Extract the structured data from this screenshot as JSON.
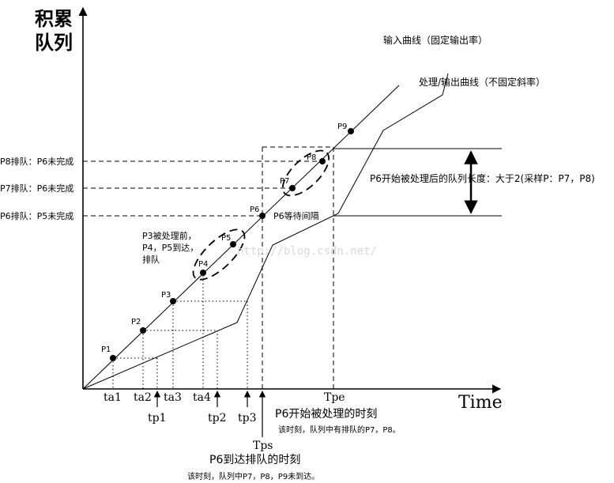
{
  "y_axis_title_line1": "积累",
  "y_axis_title_line2": "队列",
  "x_axis_title": "Time",
  "input_curve_label": "输入曲线（固定输出率）",
  "output_curve_label": "处理/输出曲线（不固定斜率）",
  "points": [
    "P1",
    "P2",
    "P3",
    "P4",
    "P5",
    "P6",
    "P7",
    "P8",
    "P9"
  ],
  "arrival_ticks": [
    "ta1",
    "ta2",
    "ta3",
    "ta4"
  ],
  "processing_ticks": [
    "tp1",
    "tp2",
    "tp3"
  ],
  "tps_label": "Tps",
  "tpe_label": "Tpe",
  "queue_levels": {
    "p8": "P8排队：P6未完成",
    "p7": "P7排队：P6未完成",
    "p6": "P6排队：P5未完成"
  },
  "p6_wait_label": "P6等待间隔",
  "queue_length_label": "P6开始被处理后的队列长度：大于2(采样P：P7，P8)",
  "p3_note": [
    "P3被处理前，",
    "P4，P5到达，",
    "排队"
  ],
  "p6_processing_title": "P6开始被处理的时刻",
  "p6_processing_note": "该时刻，队列中有排队的P7，P8。",
  "p6_arrival_title": "P6到达排队的时刻",
  "p6_arrival_note": "该时刻，队列中P7，P8，P9未到达。",
  "watermark": "http://blog.csdn.net/"
}
